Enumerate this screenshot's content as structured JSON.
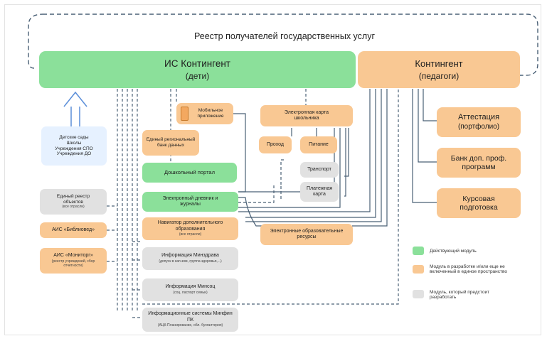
{
  "registry_title": "Реестр получателей государственных услуг",
  "top": {
    "children": {
      "title": "ИС Контингент",
      "subtitle": "(дети)"
    },
    "teachers": {
      "title": "Контингент",
      "subtitle": "(педагоги)"
    }
  },
  "inputs_box": {
    "lines": [
      "Детские сады",
      "Школы",
      "Учреждения СПО",
      "Учреждения ДО"
    ]
  },
  "left": {
    "unified_registry": {
      "title": "Единый реестр объектов",
      "note": "(все отрасли)"
    },
    "ais_library": "АИС «Библиовед»",
    "ais_monitor": {
      "title": "АИС «Мониторг»",
      "note": "(реестр учреждений, сбор отчетности)"
    }
  },
  "center": {
    "mobile_app": "Мобильное приложение",
    "regional_bank": "Единый региональный банк данных",
    "preschool_portal": "Дошкольный портал",
    "e_diary": "Электронный дневник и журналы",
    "additional_ed_nav": {
      "title": "Навигатор дополнительного образования",
      "note": "(все отрасли)"
    },
    "minzdrav": {
      "title": "Информация Минздрава",
      "note": "(допуск в кап.зом, группа здоровья,...)"
    },
    "minsoc": {
      "title": "Информация Минсоц",
      "note": "(соц. паспорт семьи)"
    },
    "minfin": {
      "title": "Информационные системы Минфин ПК",
      "note": "(АЦК-Планирование, обл. бухгалтерия)"
    }
  },
  "card": {
    "title": "Электронная карта школьника",
    "pass": "Проход",
    "food": "Питание",
    "transport": "Транспорт",
    "payment": "Платежная карта"
  },
  "e_resources": "Электронные образовательные ресурсы",
  "right": {
    "attestation": {
      "title": "Аттестация",
      "subtitle": "(портфолио)"
    },
    "bank_programs": "Банк доп. проф. программ",
    "courses": "Курсовая подготовка"
  },
  "legend": [
    {
      "color": "#8be09a",
      "text": "Действующий модуль"
    },
    {
      "color": "#f9c893",
      "text": "Модуль в разработке и/или еще не включенный в единое пространство"
    },
    {
      "color": "#e1e1e1",
      "text": "Модуль, который предстоит разработать"
    }
  ],
  "colors": {
    "active": "#8be09a",
    "developing": "#f9c893",
    "planned": "#e1e1e1",
    "input": "#e6f1ff",
    "line": "#4a6076",
    "arrow": "#5b8ed9"
  }
}
